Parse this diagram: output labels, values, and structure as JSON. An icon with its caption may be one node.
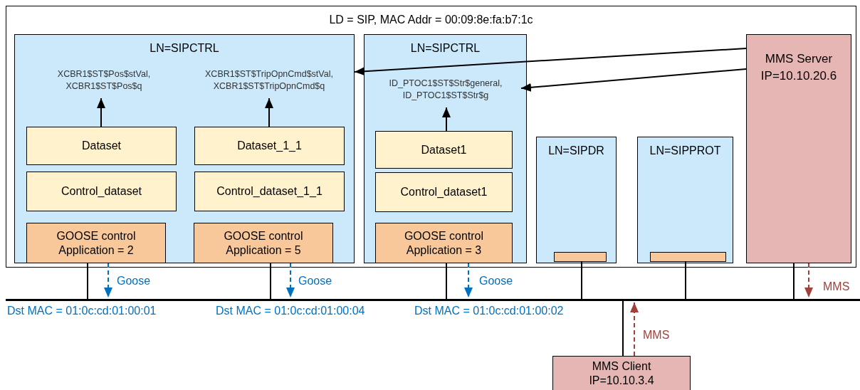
{
  "diagram": {
    "nodes": [
      {
        "text": [
          "LD = SIP, MAC Addr = 00:09:8e:fa:b7:1c"
        ]
      },
      {
        "text": [
          "LN=SIPCTRL"
        ],
        "in": 0
      },
      {
        "text": [
          "XCBR1$ST$Pos$stVal, XCBR1$ST$Pos$q"
        ],
        "in": 1
      },
      {
        "text": [
          "XCBR1$ST$TripOpnCmd$stVal, XCBR1$ST$TripOpnCmd$q"
        ],
        "in": 1
      },
      {
        "text": [
          "Dataset"
        ],
        "in": 1
      },
      {
        "text": [
          "Dataset_1_1"
        ],
        "in": 1
      },
      {
        "text": [
          "Control_dataset"
        ],
        "in": 1
      },
      {
        "text": [
          "Control_dataset_1_1"
        ],
        "in": 1
      },
      {
        "text": [
          "GOOSE control Application = 2"
        ],
        "in": 1
      },
      {
        "text": [
          "GOOSE control Application = 5"
        ],
        "in": 1
      },
      {
        "text": [
          "LN=SIPCTRL"
        ],
        "in": 0
      },
      {
        "text": [
          "ID_PTOC1$ST$Str$general, ID_PTOC1$ST$Str$g"
        ],
        "in": 10
      },
      {
        "text": [
          "Dataset1"
        ],
        "in": 10
      },
      {
        "text": [
          "Control_dataset1"
        ],
        "in": 10
      },
      {
        "text": [
          "GOOSE control Application = 3"
        ],
        "in": 10
      },
      {
        "text": [
          "LN=SIPDR"
        ],
        "in": 0
      },
      {
        "text": [],
        "shape": "bar",
        "in": 15
      },
      {
        "text": [
          "LN=SIPPROT"
        ],
        "in": 0
      },
      {
        "text": [],
        "shape": "bar",
        "in": 17
      },
      {
        "text": [
          "MMS Server IP=10.10.20.6"
        ],
        "in": 0
      },
      {
        "text": [],
        "shape": "bar"
      },
      {
        "text": [
          "MMS Client IP=10.10.3.4"
        ]
      }
    ],
    "edges": [
      {
        "from": 4,
        "to": 2,
        "arrow": "to"
      },
      {
        "from": 5,
        "to": 3,
        "arrow": "to"
      },
      {
        "from": 12,
        "to": 11,
        "arrow": "to"
      },
      {
        "from": 19,
        "to": 3,
        "arrow": "to"
      },
      {
        "from": 19,
        "to": 11,
        "arrow": "to"
      },
      {
        "from": 8,
        "to": 20,
        "arrow": "none"
      },
      {
        "from": 9,
        "to": 20,
        "arrow": "none"
      },
      {
        "from": 14,
        "to": 20,
        "arrow": "none"
      },
      {
        "from": 16,
        "to": 20,
        "arrow": "none"
      },
      {
        "from": 18,
        "to": 20,
        "arrow": "none"
      },
      {
        "from": 19,
        "to": 20,
        "arrow": "none"
      },
      {
        "from": 21,
        "to": 20,
        "arrow": "none"
      },
      {
        "from": 8,
        "to": 20,
        "arrow": "to",
        "label": "Goose",
        "style": "dashed",
        "color": "#0070c0"
      },
      {
        "from": 9,
        "to": 20,
        "arrow": "to",
        "label": "Goose",
        "style": "dashed",
        "color": "#0070c0"
      },
      {
        "from": 14,
        "to": 20,
        "arrow": "to",
        "label": "Goose",
        "style": "dashed",
        "color": "#0070c0"
      },
      {
        "from": 19,
        "to": 20,
        "arrow": "to",
        "label": "MMS",
        "style": "dashed",
        "color": "#a0413b"
      },
      {
        "from": 21,
        "to": 20,
        "arrow": "to",
        "label": "MMS",
        "style": "dashed",
        "color": "#a0413b"
      }
    ],
    "labels": [
      "Dst MAC = 01:0c:cd:01:00:01",
      "Dst MAC = 01:0c:cd:01:00:04",
      "Dst MAC = 01:0c:cd:01:00:02"
    ]
  }
}
